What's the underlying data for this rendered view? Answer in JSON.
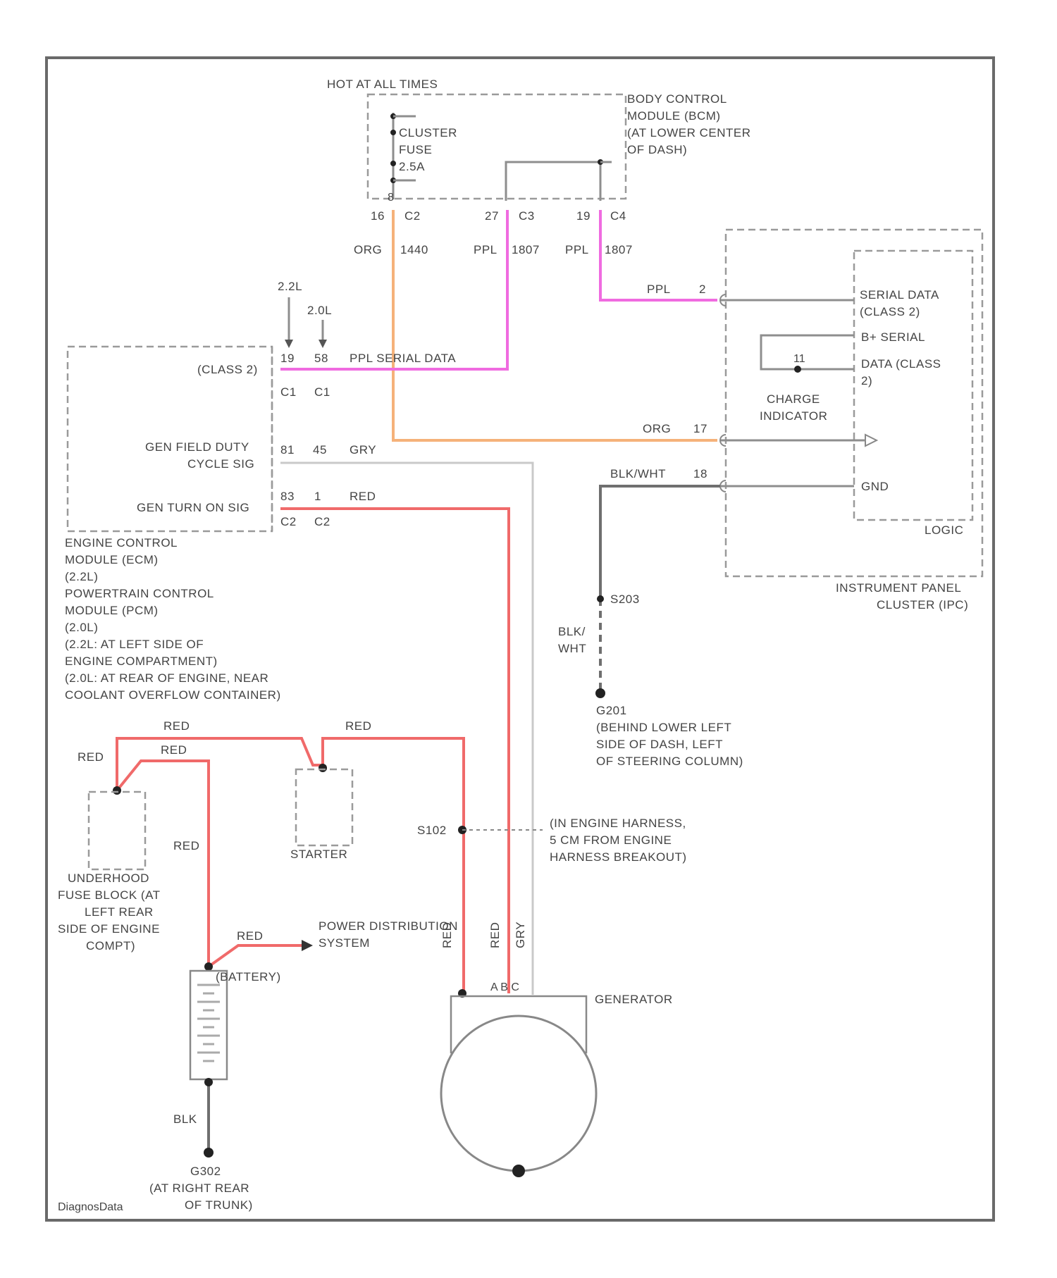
{
  "colors": {
    "red_wire": "#f06a6a",
    "purple_wire": "#f06be0",
    "orange_wire": "#f5b27a",
    "gray_wire": "#8e8e8e",
    "frame": "#6a6a6a"
  },
  "bcm": {
    "hot_label": "HOT AT ALL TIMES",
    "title_lines": [
      "BODY CONTROL",
      "MODULE (BCM)",
      "(AT LOWER CENTER",
      "OF DASH)"
    ],
    "fuse_lines": [
      "CLUSTER",
      "FUSE",
      "2.5A"
    ],
    "fuse_pin": "8",
    "pins": [
      {
        "num": "16",
        "conn": "C2"
      },
      {
        "num": "27",
        "conn": "C3"
      },
      {
        "num": "19",
        "conn": "C4"
      }
    ]
  },
  "bcm_wires": [
    {
      "color": "ORG",
      "circuit": "1440"
    },
    {
      "color": "PPL",
      "circuit": "1807"
    },
    {
      "color": "PPL",
      "circuit": "1807"
    }
  ],
  "engine_labels": {
    "l1": "2.2L",
    "l2": "2.0L"
  },
  "ecm": {
    "pin_row_top": [
      {
        "pin": "19",
        "conn": "58"
      }
    ],
    "serial_label": "PPL SERIAL DATA",
    "class2": "(CLASS 2)",
    "conn_row1": [
      "C1",
      "C1"
    ],
    "field_lines": [
      "GEN FIELD DUTY",
      "CYCLE SIG"
    ],
    "field_pins": [
      "81",
      "45"
    ],
    "field_wire": "GRY",
    "turn_on": "GEN TURN ON SIG",
    "turn_pins": [
      "83",
      "1"
    ],
    "turn_wire": "RED",
    "conn_row2": [
      "C2",
      "C2"
    ],
    "desc_lines": [
      "ENGINE CONTROL",
      "MODULE (ECM)",
      "(2.2L)",
      "POWERTRAIN CONTROL",
      "MODULE (PCM)",
      "(2.0L)",
      "(2.2L: AT LEFT SIDE OF",
      "ENGINE COMPARTMENT)",
      "(2.0L: AT REAR OF ENGINE, NEAR",
      "COOLANT OVERFLOW CONTAINER)"
    ]
  },
  "ipc": {
    "title_lines": [
      "INSTRUMENT PANEL",
      "CLUSTER (IPC)"
    ],
    "logic": "LOGIC",
    "serial_lines": [
      "SERIAL DATA",
      "(CLASS 2)"
    ],
    "bplus_serial": "B+ SERIAL",
    "data_class_lines": [
      "DATA (CLASS",
      "2)"
    ],
    "charge_lines": [
      "CHARGE",
      "INDICATOR"
    ],
    "charge_pin": "11",
    "gnd": "GND",
    "wires": [
      {
        "color": "PPL",
        "pin": "2"
      },
      {
        "color": "ORG",
        "pin": "17"
      },
      {
        "color": "BLK/WHT",
        "pin": "18"
      }
    ]
  },
  "ground_path": {
    "splice": "S203",
    "wire_lines": [
      "BLK/",
      "WHT"
    ],
    "ground": "G201",
    "ground_desc": [
      "(BEHIND LOWER LEFT",
      "SIDE OF DASH, LEFT",
      "OF STEERING COLUMN)"
    ]
  },
  "power_side": {
    "red": "RED",
    "underhood_lines": [
      "UNDERHOOD",
      "FUSE BLOCK (AT",
      "LEFT REAR",
      "SIDE OF ENGINE",
      "COMPT)"
    ],
    "starter": "STARTER",
    "splice": "S102",
    "splice_desc": [
      "(IN ENGINE HARNESS,",
      "5 CM FROM ENGINE",
      "HARNESS BREAKOUT)"
    ],
    "power_dist_lines": [
      "POWER DISTRIBUTION",
      "SYSTEM"
    ],
    "battery": "(BATTERY)",
    "blk": "BLK",
    "ground": "G302",
    "ground_desc": "(AT RIGHT REAR",
    "trunk": "OF TRUNK)",
    "gen_wires": [
      "RED",
      "RED",
      "GRY"
    ],
    "gen_pins": "A B C",
    "generator": "GENERATOR"
  },
  "watermark": "DiagnosData"
}
